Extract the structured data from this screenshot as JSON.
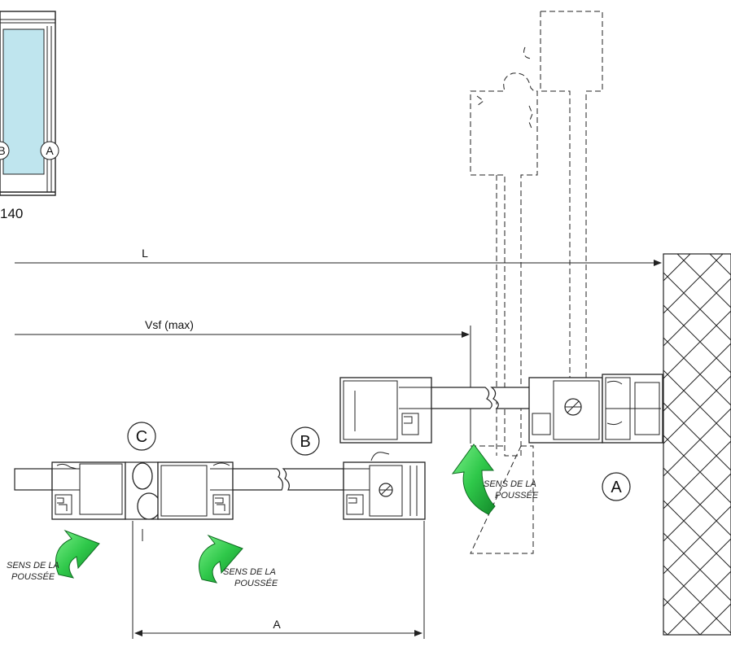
{
  "inset": {
    "label_b": "B",
    "label_a": "A",
    "model": "140"
  },
  "dimensions": {
    "total_width": "L",
    "max_opening": "Vsf (max)",
    "leaf_width": "A"
  },
  "markers": {
    "a": "A",
    "b": "B",
    "c": "C"
  },
  "push_note": {
    "line1": "SENS DE LA",
    "line2": "POUSSÉE"
  },
  "colors": {
    "glass": "#bfe5ee",
    "arrow_green": "#2fc84a",
    "arrow_dark": "#138a2a",
    "line": "#222222"
  }
}
